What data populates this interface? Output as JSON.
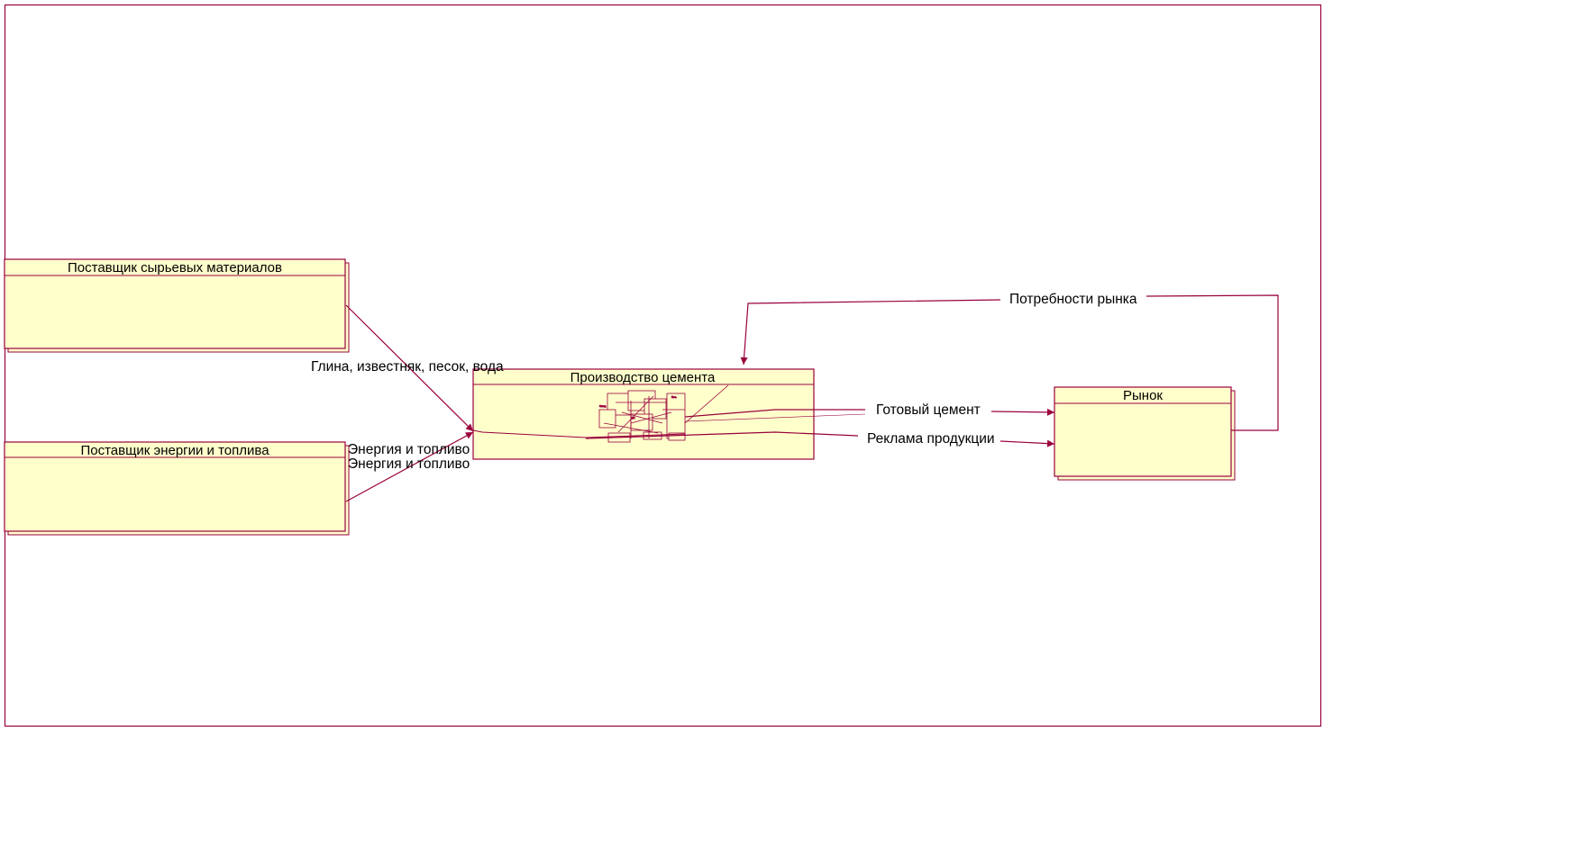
{
  "diagram": {
    "entities": {
      "raw_supplier": "Поставщик сырьевых материалов",
      "energy_supplier": "Поставщик энергии и топлива",
      "production": "Производство цемента",
      "market": "Рынок"
    },
    "flows": {
      "raw_materials": "Глина, известняк, песок, вода",
      "energy_1": "Энергия и топливо",
      "energy_2": "Энергия и топливо",
      "finished_cement": "Готовый цемент",
      "advertising": "Реклама продукции",
      "market_needs": "Потребности рынка"
    },
    "colors": {
      "line": "#99003d",
      "box_fill": "#ffffcc",
      "background": "#ffffff"
    }
  }
}
